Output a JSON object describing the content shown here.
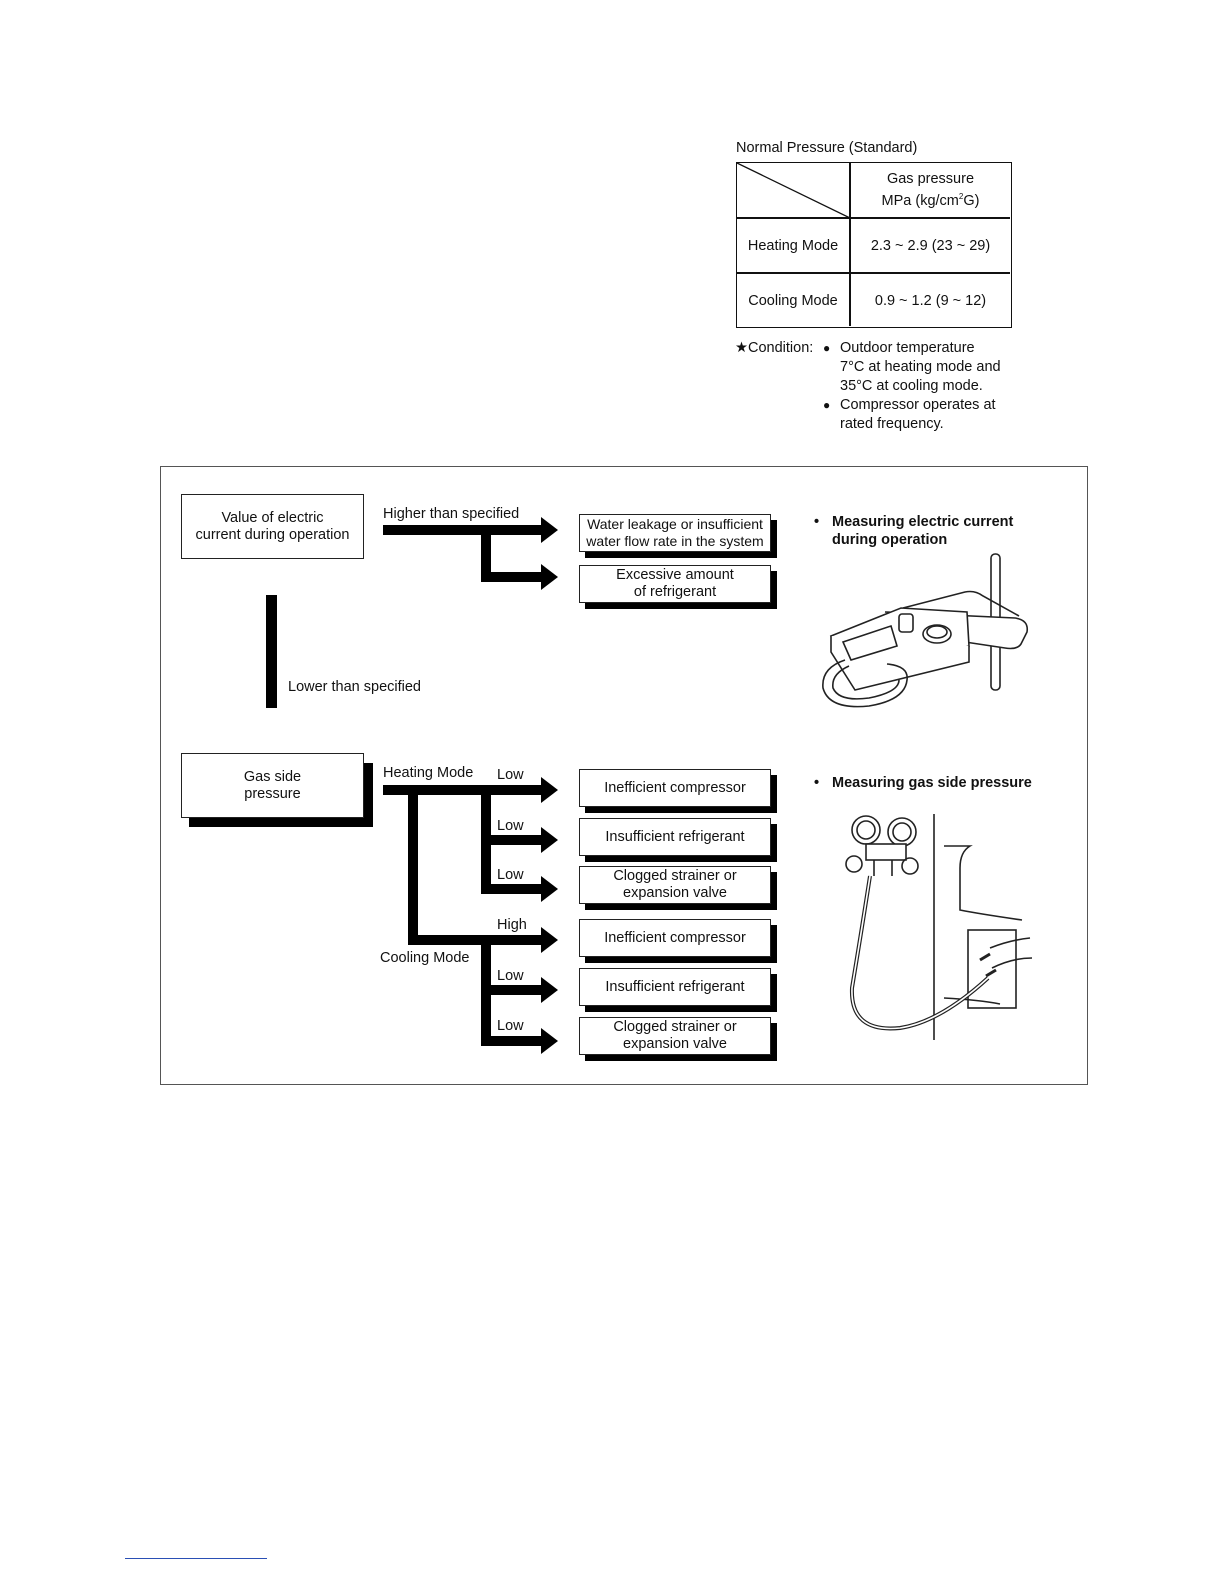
{
  "table": {
    "title": "Normal Pressure (Standard)",
    "header_line1": "Gas pressure",
    "header_line2_pre": "MPa (kg/cm",
    "header_line2_sup": "2",
    "header_line2_post": "G)",
    "rows": [
      {
        "mode": "Heating Mode",
        "value": "2.3 ~ 2.9 (23 ~ 29)"
      },
      {
        "mode": "Cooling Mode",
        "value": "0.9 ~ 1.2 (9 ~ 12)"
      }
    ]
  },
  "condition": {
    "label": "★Condition:",
    "bullet": "●",
    "items": [
      {
        "lines": [
          "Outdoor temperature",
          "7°C at heating mode and",
          "35°C at cooling mode."
        ]
      },
      {
        "lines": [
          "Compressor operates at",
          "rated frequency."
        ]
      }
    ]
  },
  "diagram": {
    "current_box": {
      "line1": "Value of electric",
      "line2": "current during operation"
    },
    "higher_label": "Higher than specified",
    "lower_label": "Lower than specified",
    "current_results": [
      {
        "line1": "Water leakage or insufficient",
        "line2": "water flow rate in the system"
      },
      {
        "line1": "Excessive amount",
        "line2": "of refrigerant"
      }
    ],
    "pressure_box": {
      "line1": "Gas side",
      "line2": "pressure"
    },
    "heating_label": "Heating Mode",
    "cooling_label": "Cooling Mode",
    "pressure_results": [
      {
        "level": "Low",
        "line1": "Inefficient compressor",
        "line2": ""
      },
      {
        "level": "Low",
        "line1": "Insufficient refrigerant",
        "line2": ""
      },
      {
        "level": "Low",
        "line1": "Clogged strainer or",
        "line2": "expansion valve"
      },
      {
        "level": "High",
        "line1": "Inefficient compressor",
        "line2": ""
      },
      {
        "level": "Low",
        "line1": "Insufficient refrigerant",
        "line2": ""
      },
      {
        "level": "Low",
        "line1": "Clogged strainer or",
        "line2": "expansion valve"
      }
    ],
    "note_current": {
      "bullet": "•",
      "line1": "Measuring electric current",
      "line2": "during operation"
    },
    "note_pressure": {
      "bullet": "•",
      "line1": "Measuring gas side pressure"
    }
  }
}
